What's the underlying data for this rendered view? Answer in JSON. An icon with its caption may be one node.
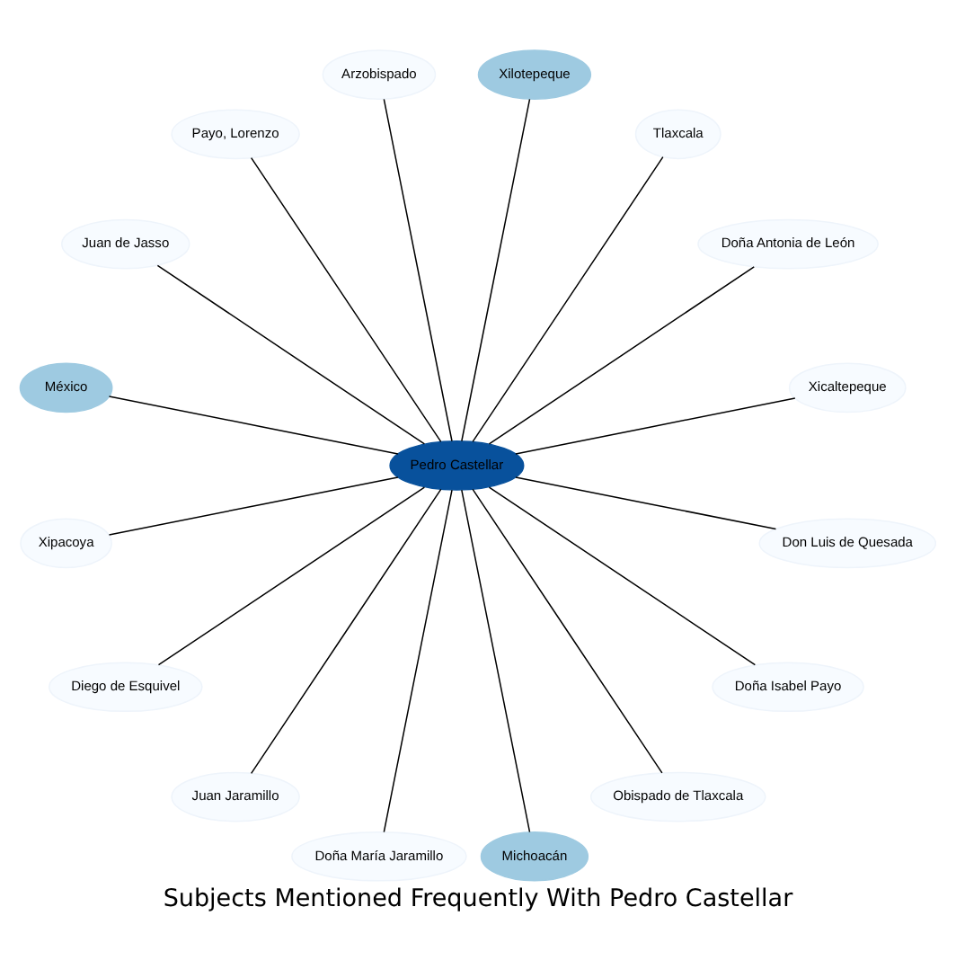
{
  "diagram": {
    "title": "Subjects Mentioned Frequently With Pedro Castellar",
    "nodes": [
      {
        "text": [
          "Pedro Castellar"
        ]
      },
      {
        "text": [
          "Xicaltepeque"
        ]
      },
      {
        "text": [
          "Doña Antonia de León"
        ]
      },
      {
        "text": [
          "Tlaxcala"
        ]
      },
      {
        "text": [
          "Xilotepeque"
        ]
      },
      {
        "text": [
          "Arzobispado"
        ]
      },
      {
        "text": [
          "Payo, Lorenzo"
        ]
      },
      {
        "text": [
          "Juan de Jasso"
        ]
      },
      {
        "text": [
          "México"
        ]
      },
      {
        "text": [
          "Xipacoya"
        ]
      },
      {
        "text": [
          "Diego de Esquivel"
        ]
      },
      {
        "text": [
          "Juan Jaramillo"
        ]
      },
      {
        "text": [
          "Doña María Jaramillo"
        ]
      },
      {
        "text": [
          "Michoacán"
        ]
      },
      {
        "text": [
          "Obispado de Tlaxcala"
        ]
      },
      {
        "text": [
          "Doña Isabel Payo"
        ]
      },
      {
        "text": [
          "Don Luis de Quesada"
        ]
      }
    ],
    "edges": [
      {
        "from": 0,
        "to": 1,
        "arrow": "none"
      },
      {
        "from": 0,
        "to": 2,
        "arrow": "none"
      },
      {
        "from": 0,
        "to": 3,
        "arrow": "none"
      },
      {
        "from": 0,
        "to": 4,
        "arrow": "none"
      },
      {
        "from": 0,
        "to": 5,
        "arrow": "none"
      },
      {
        "from": 0,
        "to": 6,
        "arrow": "none"
      },
      {
        "from": 0,
        "to": 7,
        "arrow": "none"
      },
      {
        "from": 0,
        "to": 8,
        "arrow": "none"
      },
      {
        "from": 0,
        "to": 9,
        "arrow": "none"
      },
      {
        "from": 0,
        "to": 10,
        "arrow": "none"
      },
      {
        "from": 0,
        "to": 11,
        "arrow": "none"
      },
      {
        "from": 0,
        "to": 12,
        "arrow": "none"
      },
      {
        "from": 0,
        "to": 13,
        "arrow": "none"
      },
      {
        "from": 0,
        "to": 14,
        "arrow": "none"
      },
      {
        "from": 0,
        "to": 15,
        "arrow": "none"
      },
      {
        "from": 0,
        "to": 16,
        "arrow": "none"
      }
    ]
  }
}
